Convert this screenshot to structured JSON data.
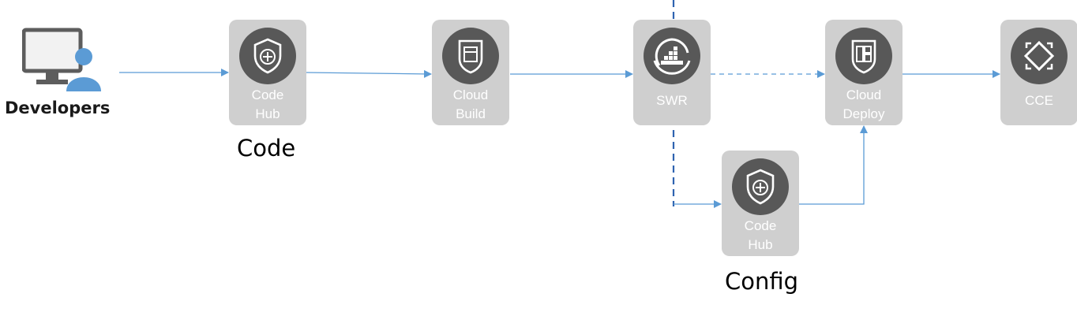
{
  "developers": {
    "label": "Developers",
    "icon": "developer-workstation-icon"
  },
  "tiles": {
    "codehub_code": {
      "label": "Code\nHub",
      "icon": "shield-plus-icon"
    },
    "cloud_build": {
      "label": "Cloud\nBuild",
      "icon": "shield-window-icon"
    },
    "swr": {
      "label": "SWR",
      "icon": "container-registry-icon"
    },
    "cloud_deploy": {
      "label": "Cloud\nDeploy",
      "icon": "shield-panels-icon"
    },
    "cce": {
      "label": "CCE",
      "icon": "container-engine-icon"
    },
    "codehub_config": {
      "label": "Code\nHub",
      "icon": "shield-plus-icon"
    }
  },
  "captions": {
    "code": "Code",
    "config": "Config"
  },
  "colors": {
    "tile_background": "#cfcfcf",
    "icon_badge": "#585858",
    "connector": "#5b9bd5",
    "divider": "#2e63b0"
  }
}
